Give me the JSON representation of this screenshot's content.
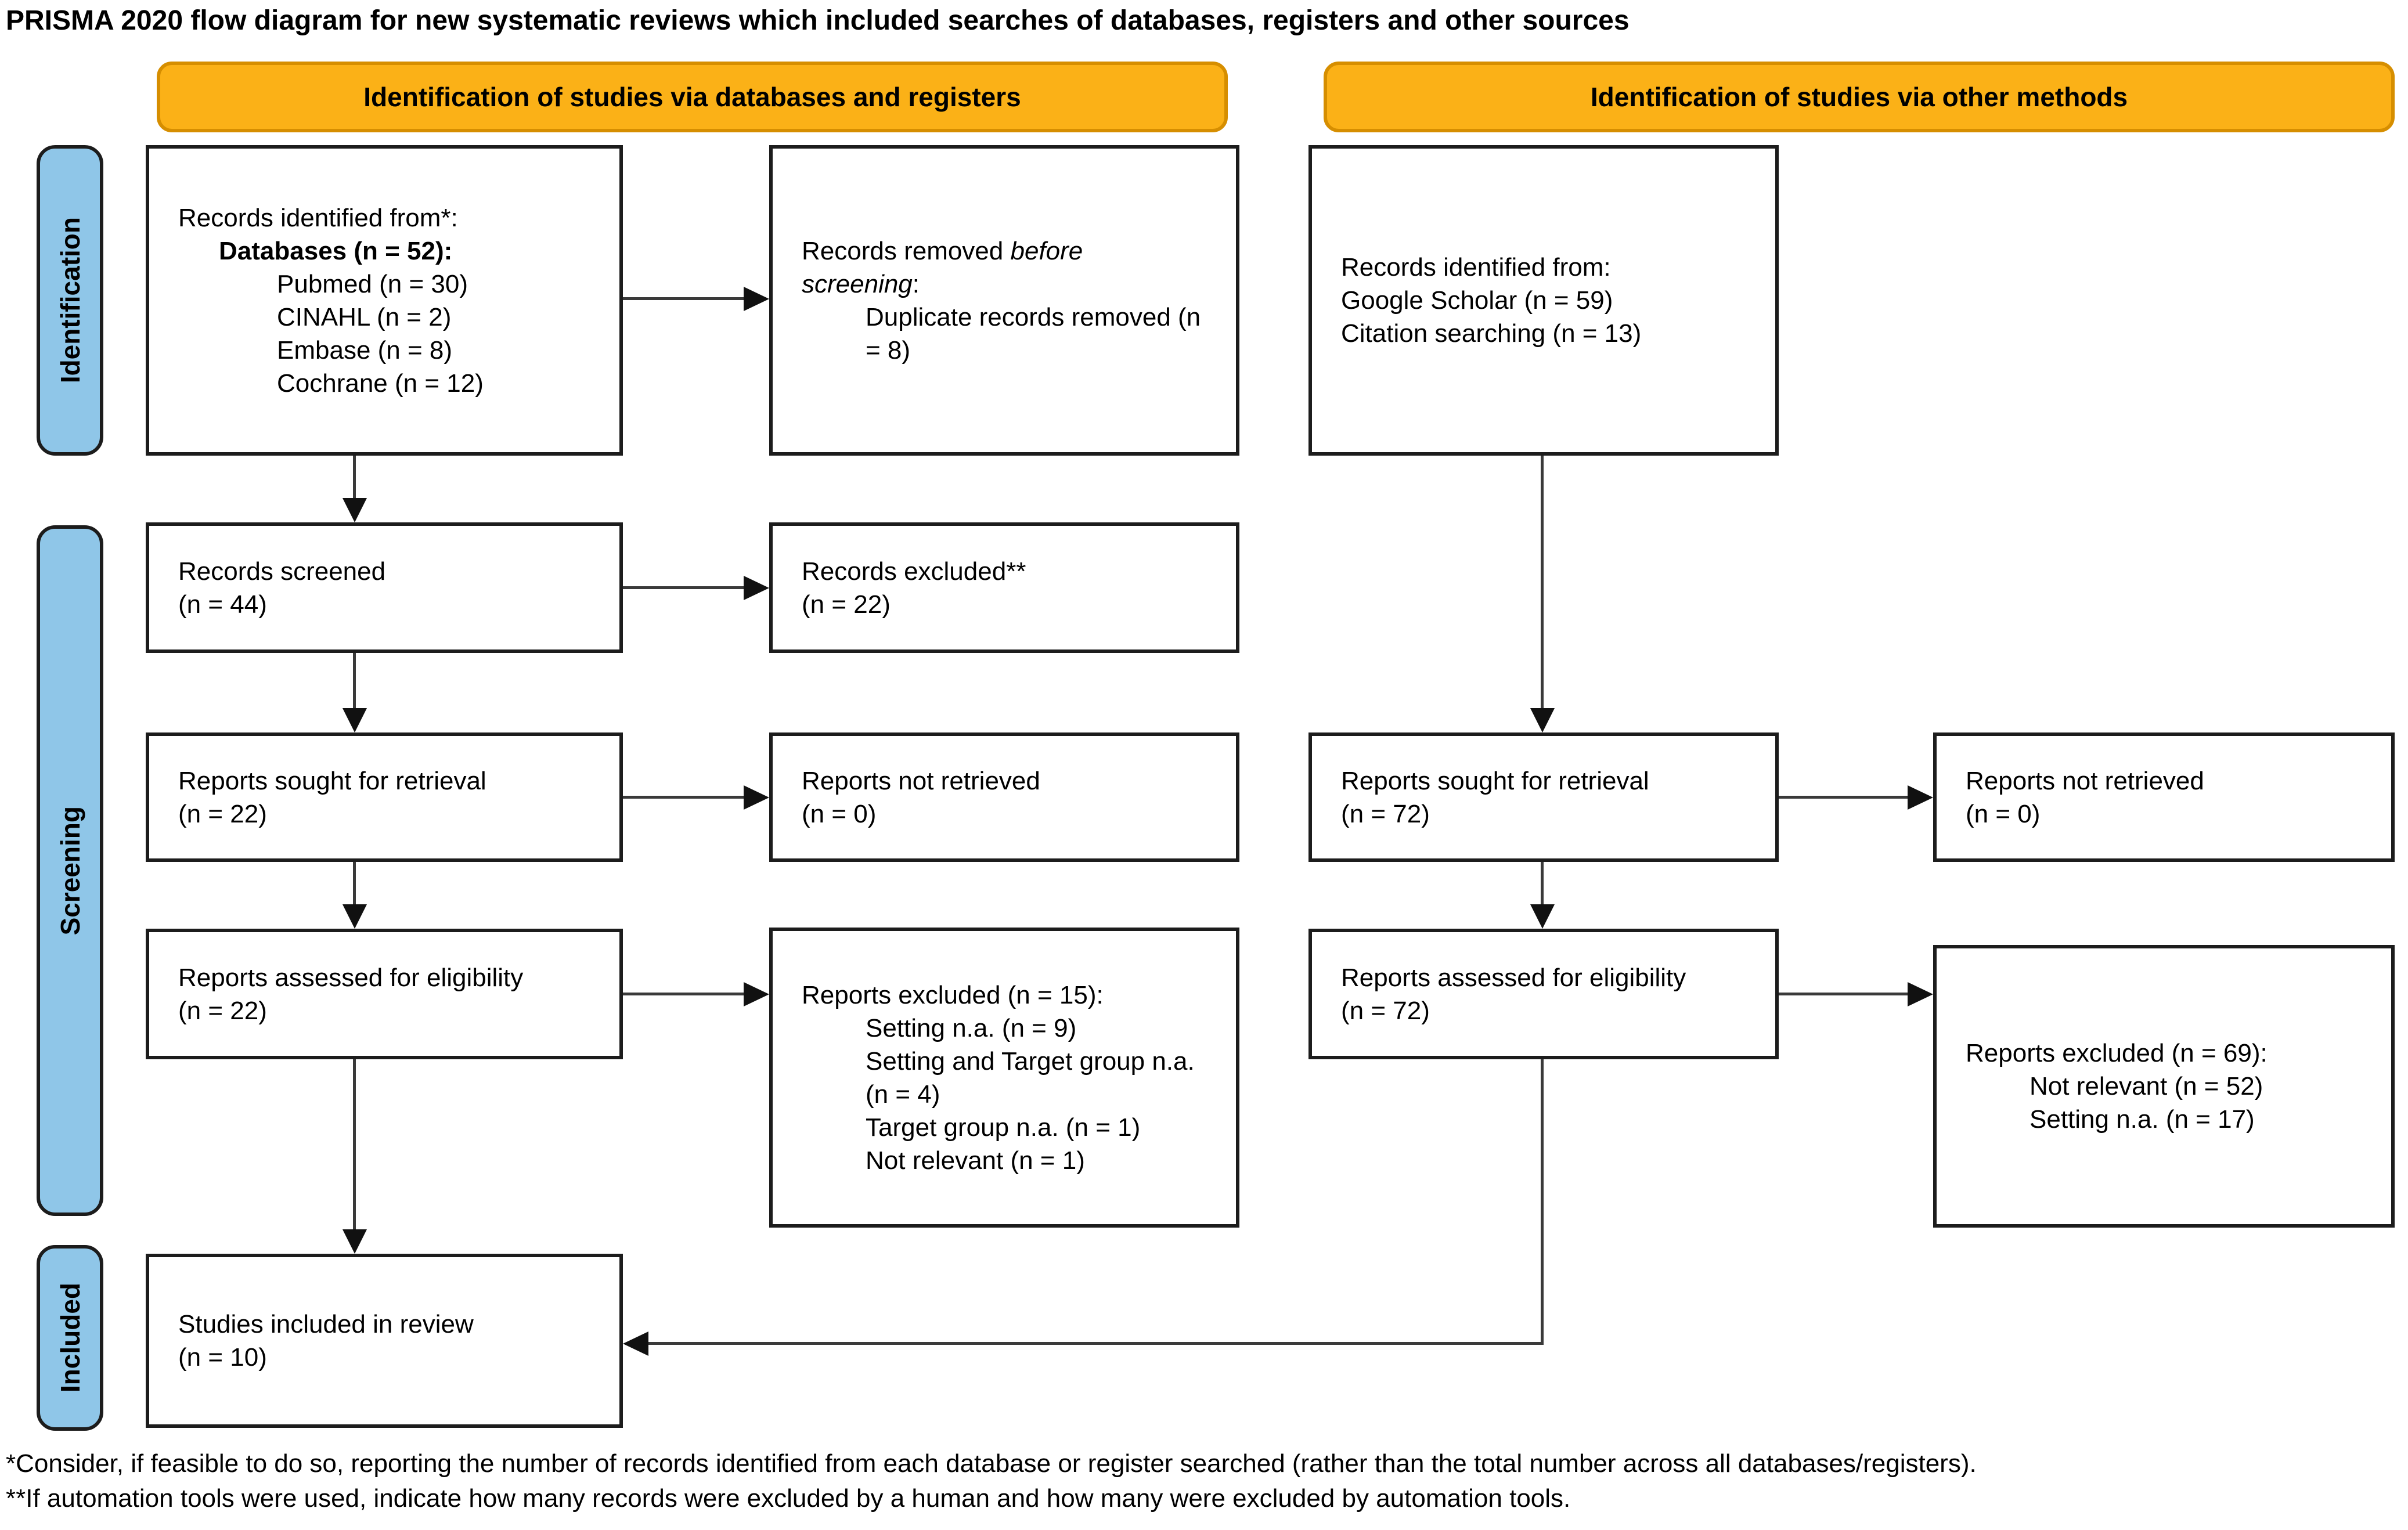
{
  "title": "PRISMA 2020 flow diagram for new systematic reviews which included searches of databases, registers and other sources",
  "banners": {
    "left": "Identification of studies via databases and registers",
    "right": "Identification of studies via other methods"
  },
  "stages": {
    "identification": "Identification",
    "screening": "Screening",
    "included": "Included"
  },
  "boxes": {
    "db_records_identified": {
      "intro": "Records identified from*:",
      "databases_total": "Databases (n = 52):",
      "sources": [
        "Pubmed (n = 30)",
        "CINAHL (n = 2)",
        "Embase (n = 8)",
        "Cochrane (n = 12)"
      ]
    },
    "records_removed": {
      "prefix": "Records removed ",
      "emphasis": "before screening",
      "suffix": ":",
      "duplicates": "Duplicate records removed (n = 8)"
    },
    "other_records_identified": {
      "intro": "Records identified from:",
      "sources": [
        "Google Scholar (n = 59)",
        "Citation searching (n = 13)"
      ]
    },
    "records_screened": {
      "label": "Records screened",
      "count": "(n = 44)"
    },
    "records_excluded": {
      "label": "Records excluded**",
      "count": "(n = 22)"
    },
    "reports_sought_db": {
      "label": "Reports sought for retrieval",
      "count": "(n = 22)"
    },
    "reports_not_retrieved_db": {
      "label": "Reports not retrieved",
      "count": "(n = 0)"
    },
    "reports_assessed_db": {
      "label": "Reports assessed for eligibility",
      "count": "(n = 22)"
    },
    "reports_excluded_db": {
      "heading": "Reports excluded (n = 15):",
      "reasons": [
        "Setting n.a. (n = 9)",
        "Setting and Target group n.a. (n = 4)",
        "Target group n.a. (n = 1)",
        "Not relevant (n = 1)"
      ]
    },
    "reports_sought_other": {
      "label": "Reports sought for retrieval",
      "count": "(n = 72)"
    },
    "reports_not_retrieved_other": {
      "label": "Reports not retrieved",
      "count": "(n = 0)"
    },
    "reports_assessed_other": {
      "label": "Reports assessed for eligibility",
      "count": "(n = 72)"
    },
    "reports_excluded_other": {
      "heading": "Reports excluded (n = 69):",
      "reasons": [
        "Not relevant (n = 52)",
        "Setting n.a. (n = 17)"
      ]
    },
    "studies_included": {
      "label": "Studies included in review",
      "count": "(n = 10)"
    }
  },
  "footnotes": [
    "*Consider, if feasible to do so, reporting the number of records identified from each database or register searched (rather than the total number across all databases/registers).",
    "**If automation tools were used, indicate how many records were excluded by a human and how many were excluded by automation tools."
  ],
  "colors": {
    "banner_fill": "#FBB117",
    "banner_border": "#D68E00",
    "stage_fill": "#8FC6E8",
    "box_border": "#1C1C1C",
    "line": "#3A3A3A",
    "arrowhead": "#111111"
  }
}
